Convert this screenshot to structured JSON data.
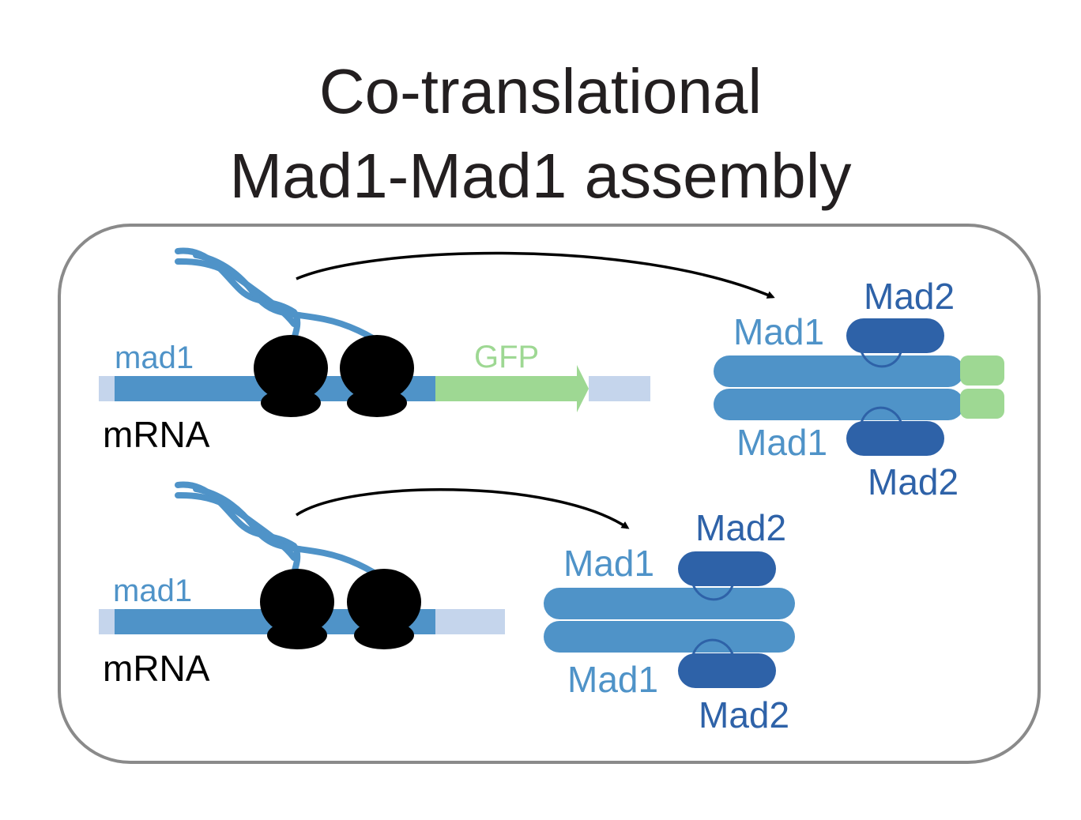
{
  "title": {
    "line1": "Co-translational",
    "line2": "Mad1-Mad1 assembly"
  },
  "colors": {
    "mrna_utr": "#c5d5ec",
    "mad1_blue": "#4f93c8",
    "mad2_dark": "#2e62a8",
    "gfp_green": "#9ed893",
    "ribosome": "#000000",
    "box_border": "#8a8a8a",
    "title_text": "#231f20"
  },
  "panel_top": {
    "gene_label": "mad1",
    "tag_label": "GFP",
    "mrna_label": "mRNA",
    "complex": {
      "mad1_upper": "Mad1",
      "mad1_lower": "Mad1",
      "mad2_upper": "Mad2",
      "mad2_lower": "Mad2"
    }
  },
  "panel_bottom": {
    "gene_label": "mad1",
    "mrna_label": "mRNA",
    "complex": {
      "mad1_upper": "Mad1",
      "mad1_lower": "Mad1",
      "mad2_upper": "Mad2",
      "mad2_lower": "Mad2"
    }
  }
}
